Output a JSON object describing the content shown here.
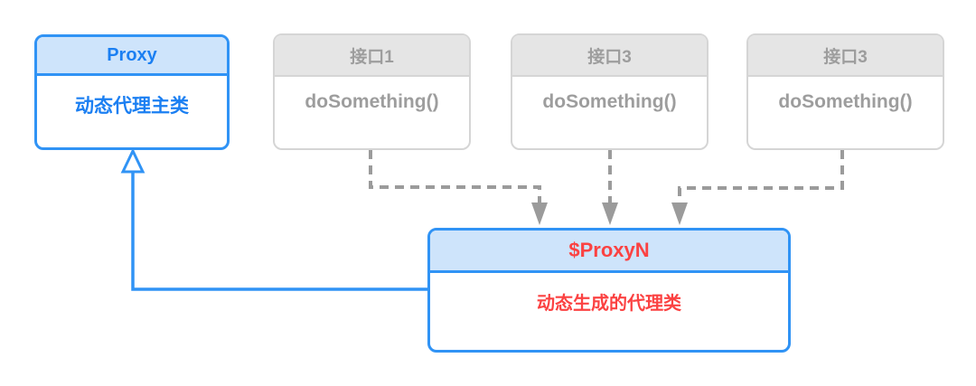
{
  "diagram": {
    "proxy_class": {
      "title": "Proxy",
      "body": "动态代理主类"
    },
    "interfaces": [
      {
        "title": "接口1",
        "body": "doSomething()"
      },
      {
        "title": "接口3",
        "body": "doSomething()"
      },
      {
        "title": "接口3",
        "body": "doSomething()"
      }
    ],
    "generated_proxy_class": {
      "title": "$ProxyN",
      "body": "动态生成的代理类"
    },
    "colors": {
      "blue_border": "#3093f5",
      "blue_header_bg": "#cee4fb",
      "blue_text": "#1b7ff2",
      "gray_border": "#d5d5d5",
      "gray_header_bg": "#e5e5e5",
      "gray_text": "#9d9d9d",
      "red_text": "#fb4242",
      "connector_gray": "#9b9b9b",
      "canvas_bg": "#ffffff"
    }
  }
}
